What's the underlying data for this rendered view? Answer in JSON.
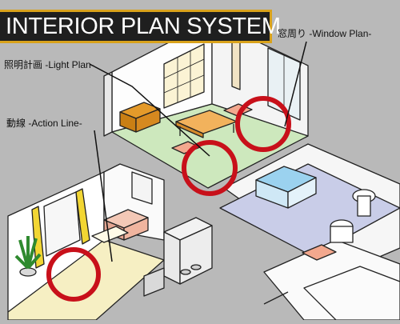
{
  "title": "INTERIOR PLAN SYSTEM",
  "labels": {
    "window_plan": "窓周り -Window Plan-",
    "light_plan": "照明計画 -Light Plan-",
    "action_line": "動線 -Action Line-"
  },
  "colors": {
    "background": "#b9b9b9",
    "title_bg": "#1f1f1f",
    "title_border": "#d9a21b",
    "title_text": "#ffffff",
    "highlight_ring": "#c8101a",
    "living_floor": "#cde8bd",
    "bath_floor": "#c9cde8",
    "lower_floor": "#f6efc3",
    "wall": "#fdfdfd",
    "wall_edge": "#222222",
    "wood": "#d6891f",
    "curtain": "#f2d633"
  },
  "icons": [
    "window-icon",
    "shoji-window-icon",
    "table-icon",
    "cabinet-icon",
    "bathtub-icon",
    "toilet-icon",
    "sink-icon",
    "sofa-icon",
    "plant-icon",
    "stove-icon",
    "highlight-ring-icon"
  ]
}
